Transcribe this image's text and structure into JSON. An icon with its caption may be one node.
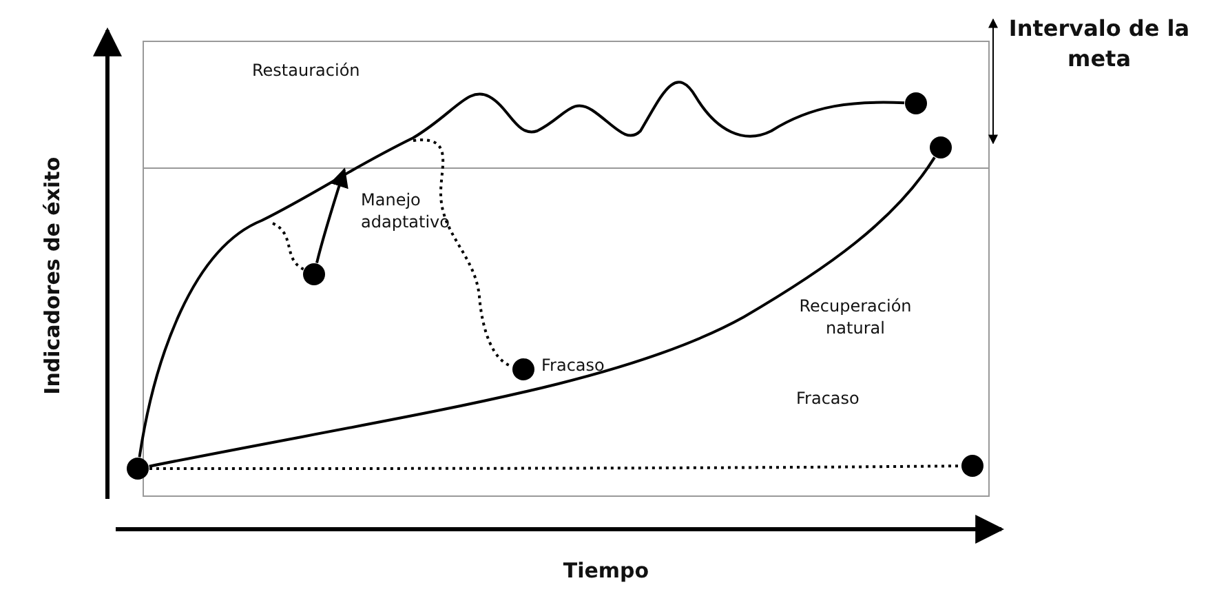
{
  "diagram": {
    "nodes": [
      {
        "text": [],
        "shape": "circle"
      },
      {
        "text": [],
        "shape": "circle"
      },
      {
        "text": [],
        "shape": "circle"
      },
      {
        "text": [],
        "shape": "circle"
      },
      {
        "text": [],
        "shape": "circle"
      },
      {
        "text": [],
        "shape": "circle"
      }
    ],
    "edges": [
      {
        "from": 0,
        "to": 3,
        "arrow": "none"
      },
      {
        "from": 0,
        "to": 4,
        "arrow": "none"
      },
      {
        "from": 0,
        "to": 5,
        "arrow": "none",
        "style": "dashed"
      },
      {
        "from": null,
        "to": 1,
        "arrow": "none",
        "style": "dashed"
      },
      {
        "from": 1,
        "to": null,
        "arrow": "to"
      },
      {
        "from": null,
        "to": 2,
        "arrow": "none",
        "style": "dashed"
      }
    ],
    "labels": [
      "Indicadores de éxito",
      "Restauración",
      "Intervalo de la meta",
      "Manejo adaptativo",
      "Recuperación natural",
      "Fracaso",
      "Fracaso",
      "Tiempo"
    ]
  }
}
